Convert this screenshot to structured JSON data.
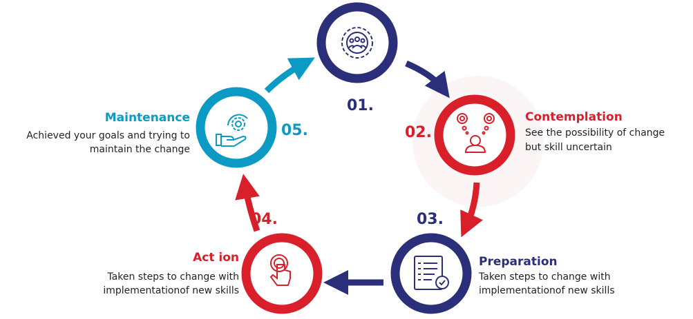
{
  "colors": {
    "navy": "#2b2f7a",
    "red": "#d91f2a",
    "teal": "#0a9ac4"
  },
  "stages": [
    {
      "number": "01.",
      "icon": "team-gear-icon"
    },
    {
      "number": "02.",
      "title": "Contemplation",
      "desc": [
        "See the possibility of change",
        "but skill uncertain"
      ],
      "icon": "thinking-person-icon"
    },
    {
      "number": "03.",
      "title": "Preparation",
      "desc": [
        "Taken steps to change with",
        "implementationof new skills"
      ],
      "icon": "checklist-icon"
    },
    {
      "number": "04.",
      "title": "Act ion",
      "desc": [
        "Taken steps to change with",
        "implementationof new skills"
      ],
      "icon": "tap-hand-icon"
    },
    {
      "number": "05.",
      "title": "Maintenance",
      "desc": [
        "Achieved your goals and trying to",
        "maintain the change"
      ],
      "icon": "hand-gear-icon"
    }
  ]
}
